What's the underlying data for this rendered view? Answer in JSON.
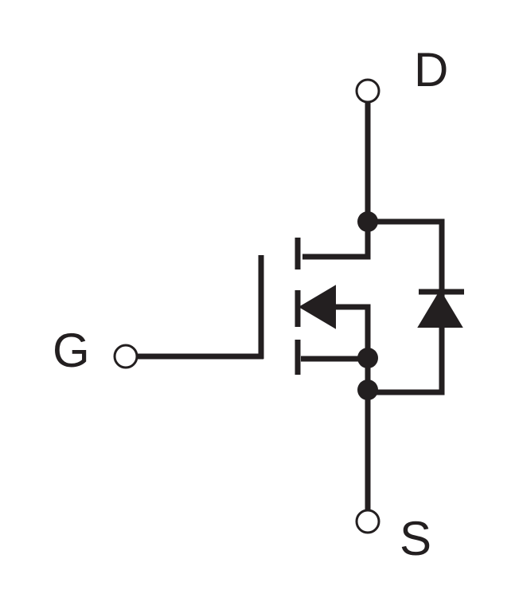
{
  "diagram": {
    "type": "mosfet-schematic",
    "pins": {
      "drain": "D",
      "gate": "G",
      "source": "S"
    },
    "ink_color": "#231f20",
    "background_color": "#ffffff"
  }
}
